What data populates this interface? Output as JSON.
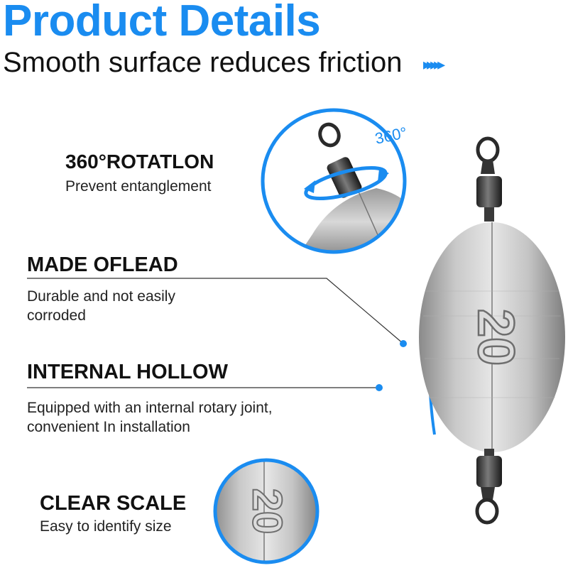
{
  "header": {
    "title": "Product Details",
    "subtitle": "Smooth surface reduces friction",
    "arrows": "▸▸▸▸▸"
  },
  "features": [
    {
      "title": "360°ROTATLON",
      "desc": [
        "Prevent entanglement"
      ]
    },
    {
      "title": "MADE OFLEAD",
      "desc": [
        "Durable and not easily",
        "corroded"
      ]
    },
    {
      "title": "INTERNAL HOLLOW",
      "desc": [
        "Equipped with an internal rotary joint,",
        "convenient In installation"
      ]
    },
    {
      "title": "CLEAR SCALE",
      "desc": [
        "Easy to identify size"
      ]
    }
  ],
  "product": {
    "weight_mark": "20",
    "rotation_label": "360°"
  },
  "colors": {
    "accent": "#1a8cf0",
    "text": "#111111",
    "metal": "#b9b9b9"
  }
}
